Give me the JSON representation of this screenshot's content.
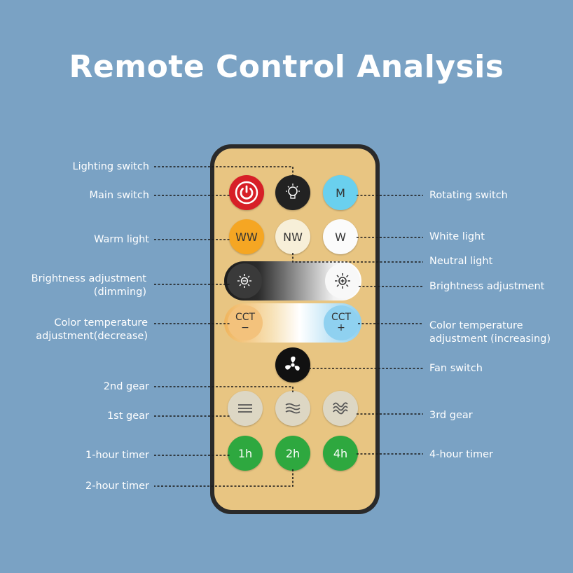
{
  "title": "Remote Control Analysis",
  "buttons": {
    "m": "M",
    "ww": "WW",
    "nw": "NW",
    "w": "W",
    "cct_minus_line1": "CCT",
    "cct_minus_line2": "−",
    "cct_plus_line1": "CCT",
    "cct_plus_line2": "+",
    "timer_1h": "1h",
    "timer_2h": "2h",
    "timer_4h": "4h"
  },
  "labels": {
    "lighting_switch": "Lighting switch",
    "main_switch": "Main switch",
    "rotating_switch": "Rotating switch",
    "warm_light": "Warm light",
    "white_light": "White light",
    "neutral_light": "Neutral light",
    "brightness_dimming_line1": "Brightness adjustment",
    "brightness_dimming_line2": "(dimming)",
    "brightness_adjustment": "Brightness adjustment",
    "cct_decrease_line1": "Color temperature",
    "cct_decrease_line2": "adjustment(decrease)",
    "cct_increase_line1": "Color temperature",
    "cct_increase_line2": "adjustment (increasing)",
    "fan_switch": "Fan switch",
    "second_gear": "2nd gear",
    "first_gear": "1st gear",
    "third_gear": "3rd gear",
    "one_hour_timer": "1-hour timer",
    "four_hour_timer": "4-hour timer",
    "two_hour_timer": "2-hour timer"
  },
  "icons": {
    "power": "power-icon",
    "bulb": "bulb-icon",
    "brightness_down": "brightness-down-icon",
    "brightness_up": "brightness-up-icon",
    "fan": "fan-icon",
    "gear1": "gear-1-waves-icon",
    "gear2": "gear-2-waves-icon",
    "gear3": "gear-3-waves-icon"
  },
  "colors": {
    "background": "#7aa2c4",
    "remote_body": "#e8c582",
    "power": "#d71f27",
    "mode": "#6ad0ee",
    "warm": "#f5a623",
    "timer": "#2ea83f"
  }
}
